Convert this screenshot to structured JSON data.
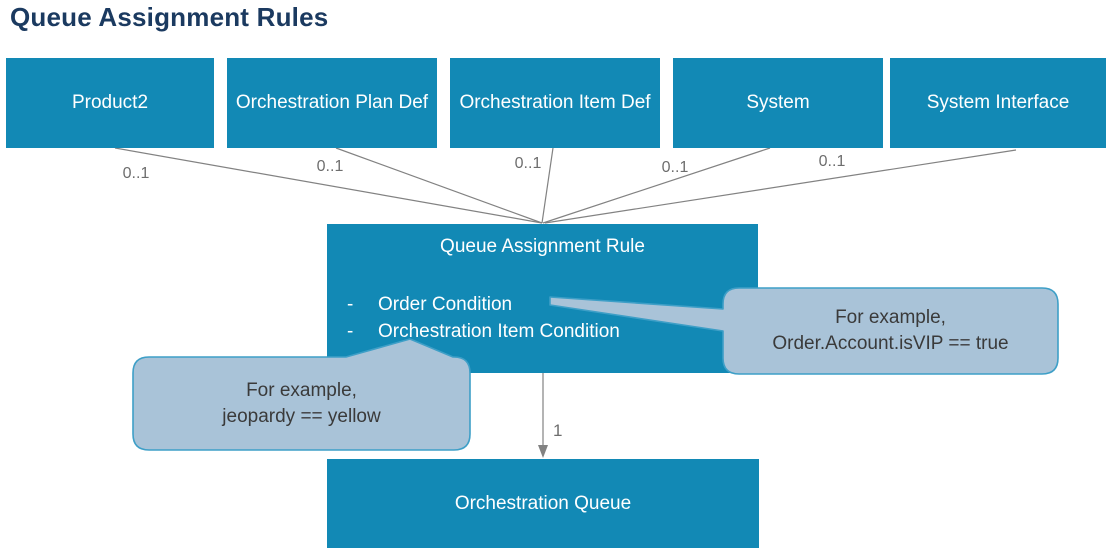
{
  "title": "Queue Assignment Rules",
  "colors": {
    "entity_box": "#1289b5",
    "title_text": "#1b3a60",
    "box_text": "#ffffff",
    "callout_fill": "#a9c3d8",
    "callout_border": "#3e9fc7",
    "callout_text": "#3a3a3a",
    "connector_line": "#828282",
    "multiplicity_text": "#6e6e6e"
  },
  "top_boxes": [
    {
      "label": "Product2"
    },
    {
      "label": "Orchestration Plan Def"
    },
    {
      "label": "Orchestration Item Def"
    },
    {
      "label": "System"
    },
    {
      "label": "System Interface"
    }
  ],
  "multiplicity_labels": [
    "0..1",
    "0..1",
    "0..1",
    "0..1",
    "0..1"
  ],
  "central_box": {
    "title": "Queue Assignment Rule",
    "bullets": [
      "Order Condition",
      "Orchestration Item Condition"
    ]
  },
  "callouts": {
    "right": {
      "line1": "For example,",
      "line2": "Order.Account.isVIP == true"
    },
    "left": {
      "line1": "For example,",
      "line2": "jeopardy == yellow"
    }
  },
  "queue_arrow_label": "1",
  "bottom_box": {
    "label": "Orchestration Queue"
  }
}
